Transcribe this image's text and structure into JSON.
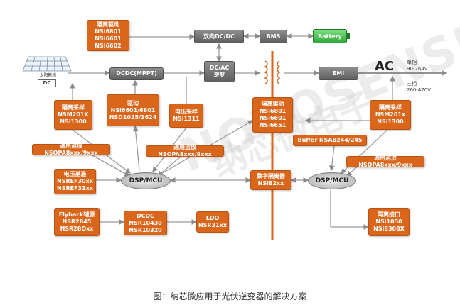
{
  "watermark": {
    "brand": "NOVOSENSE",
    "chinese": "纳芯微电子"
  },
  "solar": {
    "label": "太阳能板",
    "tag": "DC"
  },
  "ac": {
    "label": "AC",
    "single_phase": "单相",
    "single_range": "90-264V",
    "three_phase": "三相",
    "three_range": "260-470V"
  },
  "boxes": {
    "iso_drive_top": [
      "隔离驱动",
      "NSi6801",
      "NSi6601",
      "NSi6602"
    ],
    "iso_sampling_left": [
      "隔离采样",
      "NSM201X",
      "NSi1300"
    ],
    "drive_mid": [
      "驱动",
      "NSi6601/6801",
      "NSD1025/1624"
    ],
    "voltage_sampling": [
      "电压采样",
      "NSi1311"
    ],
    "iso_drive_center": [
      "隔离驱动",
      "NSi6801",
      "NSi6601",
      "NSi6651"
    ],
    "iso_sampling_right": [
      "隔离采样",
      "NSM201x",
      "NSi1300"
    ],
    "opamp_left": [
      "通用运放NSOPA8xxx/9xxx"
    ],
    "opamp_mid": [
      "通用运放NSOPA8xxx/9xxx"
    ],
    "opamp_right": [
      "通用运放NSOPA8xxx/9xxx"
    ],
    "buffer": [
      "Buffer NSA8244/245"
    ],
    "vref": [
      "电压基准",
      "NSREF30xx",
      "NSREF31xx"
    ],
    "digital_iso": [
      "数字隔离器",
      "NSi82xx"
    ],
    "flyback": [
      "Flyback辅源",
      "NSR2845",
      "NSR28Qxx"
    ],
    "dcdc_parts": [
      "DCDC",
      "NSR10430",
      "NSR10320"
    ],
    "ldo": [
      "LDO",
      "NSR31xx"
    ],
    "iso_interface": [
      "隔离接口",
      "NSi1050",
      "NSi8308X"
    ]
  },
  "grey": {
    "bidir_dcdc": "双向DC/DC",
    "bms": "BMS",
    "dcdc_mppt": "DCDC(MPPT)",
    "dcac": [
      "DC/AC",
      "逆变"
    ],
    "emi": "EMI"
  },
  "battery": "Battery",
  "dsp_left": "DSP/MCU",
  "dsp_right": "DSP/MCU",
  "caption": "图：纳芯微应用于光伏逆变器的解决方案",
  "colors": {
    "orange": "#d9661b",
    "grey": "#6f6f6f",
    "green": "#2fa83a",
    "arrow": "#8a8a8a",
    "bus": "#d9661b"
  }
}
